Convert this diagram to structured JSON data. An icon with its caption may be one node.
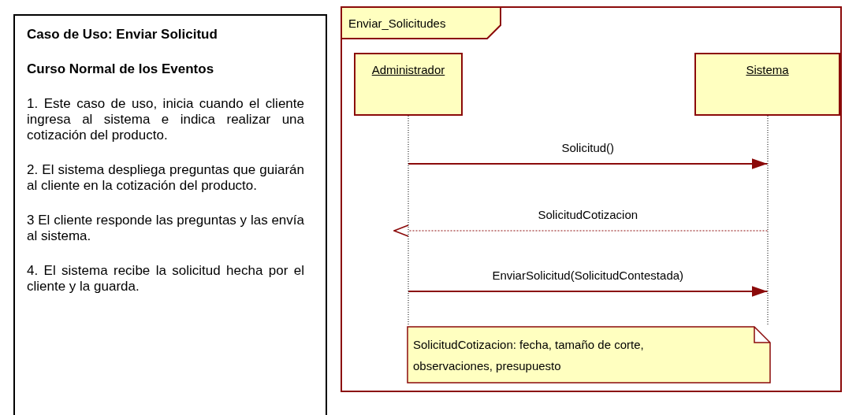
{
  "diagram": {
    "nodes": [
      {
        "text": [
          "Caso de Uso: Enviar Solicitud",
          "Curso Normal de los Eventos",
          "1. Este caso de uso,  inicia cuando el cliente ingresa al sistema e indica realizar una cotización del producto.",
          "2. El sistema despliega preguntas que guiarán al cliente en la cotización del producto.",
          "3 El cliente responde las preguntas y las envía al sistema.",
          "4. El sistema recibe la solicitud hecha por el cliente y la guarda."
        ]
      },
      {
        "text": [
          "Enviar_Solicitudes"
        ]
      },
      {
        "text": [
          "Administrador"
        ],
        "in": 1
      },
      {
        "text": [
          "Sistema"
        ],
        "in": 1
      },
      {
        "text": [
          "SolicitudCotizacion: fecha, tamaño de corte, observaciones, presupuesto"
        ],
        "in": 1
      }
    ],
    "edges": [
      {
        "from": 2,
        "to": 3,
        "arrow": "to",
        "label": "Solicitud()"
      },
      {
        "from": 3,
        "to": 2,
        "arrow": "to",
        "label": "SolicitudCotizacion",
        "style": "dashed"
      },
      {
        "from": 2,
        "to": 3,
        "arrow": "to",
        "label": "EnviarSolicitud(SolicitudContestada)"
      }
    ]
  }
}
